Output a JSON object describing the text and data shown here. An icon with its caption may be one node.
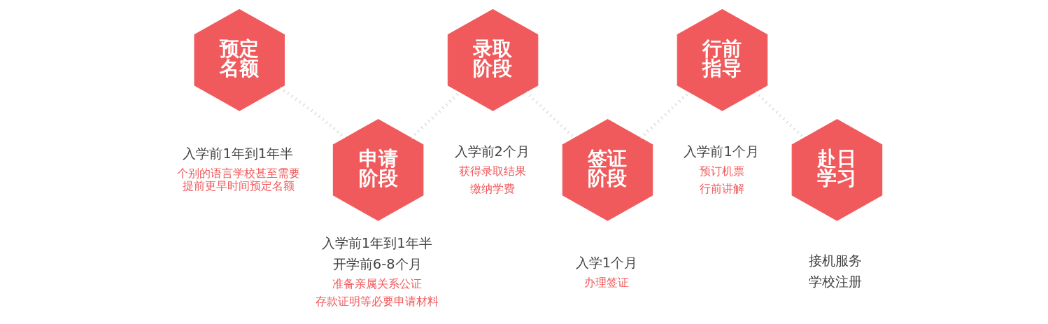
{
  "diagram": {
    "nodes": [
      {
        "text": [
          "预定名额"
        ],
        "beside": [
          "入学前1年到1年半",
          "个别的语言学校甚至需要提前更早时间预定名额"
        ]
      },
      {
        "text": [
          "申请阶段"
        ],
        "beside": [
          "入学前1年到1年半",
          "开学前6-8个月",
          "准备亲属关系公证",
          "存款证明等必要申请材料"
        ]
      },
      {
        "text": [
          "录取阶段"
        ],
        "beside": [
          "入学前2个月",
          "获得录取结果",
          "缴纳学费"
        ]
      },
      {
        "text": [
          "签证阶段"
        ],
        "beside": [
          "入学1个月",
          "办理签证"
        ]
      },
      {
        "text": [
          "行前指导"
        ],
        "beside": [
          "入学前1个月",
          "预订机票",
          "行前讲解"
        ]
      },
      {
        "text": [
          "赴日学习"
        ],
        "beside": [
          "接机服务",
          "学校注册"
        ]
      }
    ],
    "edges": [
      {
        "from": 0,
        "to": 1,
        "arrow": "none",
        "style": "dashed"
      },
      {
        "from": 1,
        "to": 2,
        "arrow": "none",
        "style": "dashed"
      },
      {
        "from": 2,
        "to": 3,
        "arrow": "none",
        "style": "dashed"
      },
      {
        "from": 3,
        "to": 4,
        "arrow": "none",
        "style": "dashed"
      },
      {
        "from": 4,
        "to": 5,
        "arrow": "none",
        "style": "dashed"
      }
    ]
  }
}
